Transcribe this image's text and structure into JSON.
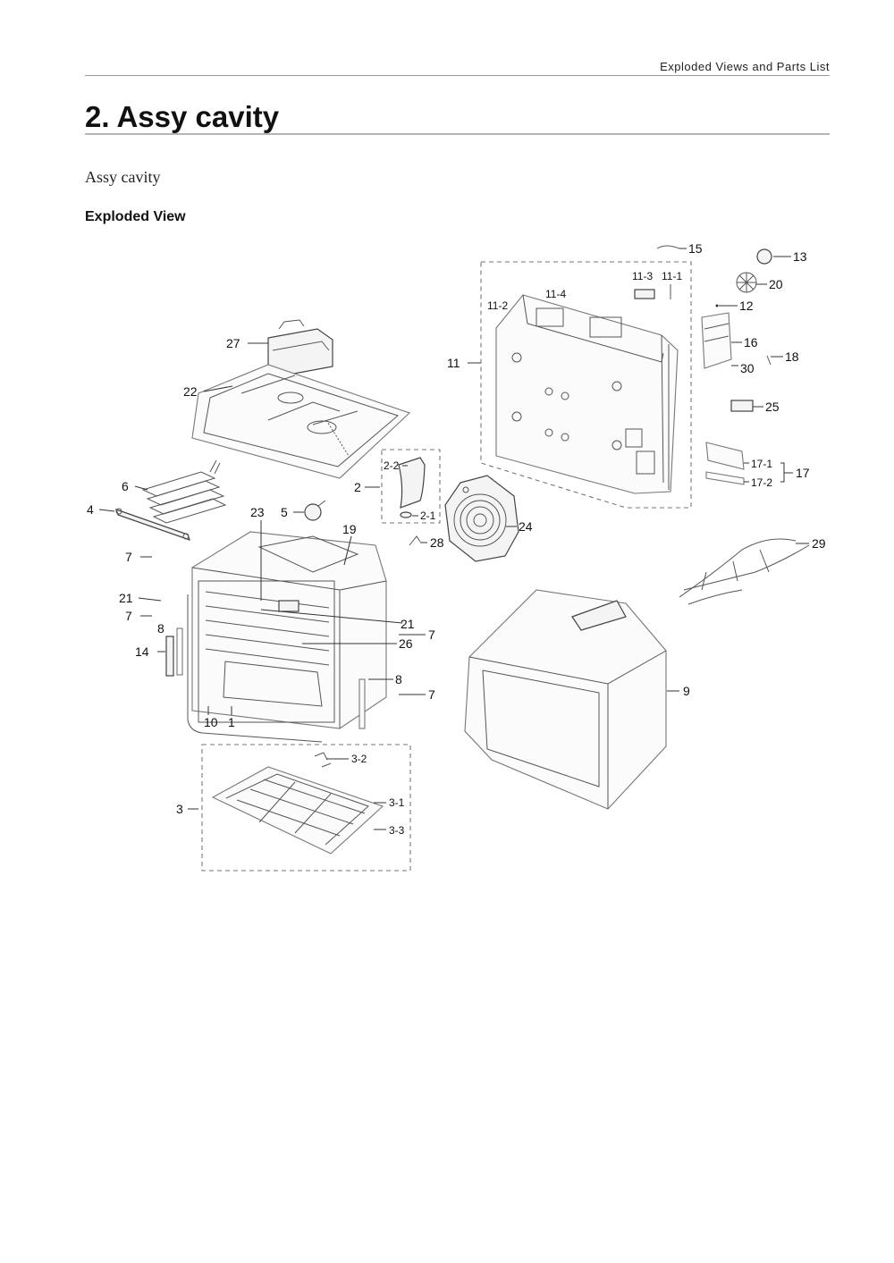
{
  "header": {
    "section_label": "Exploded Views and Parts List"
  },
  "page": {
    "title": "2.  Assy cavity",
    "subtitle": "Assy cavity",
    "section_heading": "Exploded View"
  },
  "diagram": {
    "callouts": {
      "p1": "1",
      "p2": "2",
      "p2_1": "2-1",
      "p2_2": "2-2",
      "p3": "3",
      "p3_1": "3-1",
      "p3_2": "3-2",
      "p3_3": "3-3",
      "p4": "4",
      "p5": "5",
      "p6": "6",
      "p7a": "7",
      "p7b": "7",
      "p7c": "7",
      "p7d": "7",
      "p8a": "8",
      "p8b": "8",
      "p9": "9",
      "p10": "10",
      "p11": "11",
      "p11_1": "11-1",
      "p11_2": "11-2",
      "p11_3": "11-3",
      "p11_4": "11-4",
      "p12": "12",
      "p13": "13",
      "p14": "14",
      "p15": "15",
      "p16": "16",
      "p17": "17",
      "p17_1": "17-1",
      "p17_2": "17-2",
      "p18": "18",
      "p19": "19",
      "p20": "20",
      "p21a": "21",
      "p21b": "21",
      "p22": "22",
      "p23": "23",
      "p24": "24",
      "p25": "25",
      "p26": "26",
      "p27": "27",
      "p28": "28",
      "p29": "29",
      "p30": "30"
    }
  }
}
